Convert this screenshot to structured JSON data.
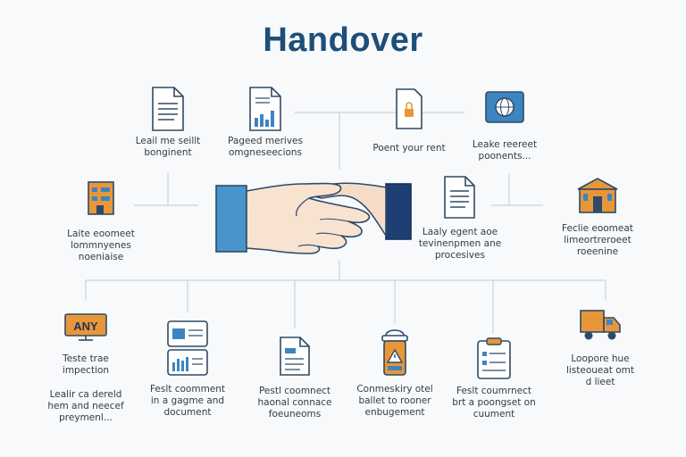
{
  "title": "Handover",
  "colors": {
    "title": "#1f4e79",
    "line": "#c9d3dd",
    "accent_orange": "#e8963a",
    "accent_blue": "#3d84c0",
    "navy": "#1e3f73",
    "skin": "#f6dcc6"
  },
  "top_row": [
    {
      "icon": "document-icon",
      "label": "Leail me seillt\nbonginent"
    },
    {
      "icon": "chart-document-icon",
      "label": "Pageed merives\nomgneseecions"
    },
    {
      "icon": "mobile-lock-icon",
      "label": "Poent your rent"
    },
    {
      "icon": "globe-monitor-icon",
      "label": "Leake reereet\npoonents..."
    }
  ],
  "middle_row": [
    {
      "icon": "building-icon",
      "label": "Laite eoomeet\nlommnyenes\nnoeniaise"
    },
    {
      "icon": "document-icon",
      "label": "Laaly egent aoe\ntevinenpmen ane\nprocesives"
    },
    {
      "icon": "bank-icon",
      "label": "Feclie eoomeat\nlimeortreroeet\nroeenine"
    }
  ],
  "bottom_row": [
    {
      "icon": "any-monitor-icon",
      "icon_text": "ANY",
      "label_top": "Teste trae\nimpection",
      "label": "Lealir ca dereld\nhem and neecef\npreymenl..."
    },
    {
      "icon": "id-cards-icon",
      "label": "Feslt coomment\nin a gagme and\ndocument"
    },
    {
      "icon": "document-icon",
      "label": "Pestl coomnect\nhaonal connace\nfoeuneoms"
    },
    {
      "icon": "warning-lantern-icon",
      "label": "Conmeskiry otel\nballet to rooner\nenbugement"
    },
    {
      "icon": "clipboard-icon",
      "label": "Feslt coumrnect\nbrt a poongset on\ncuument"
    },
    {
      "icon": "delivery-truck-icon",
      "label": "Loopore hue\nlisteoueat omt\nd lieet"
    }
  ]
}
